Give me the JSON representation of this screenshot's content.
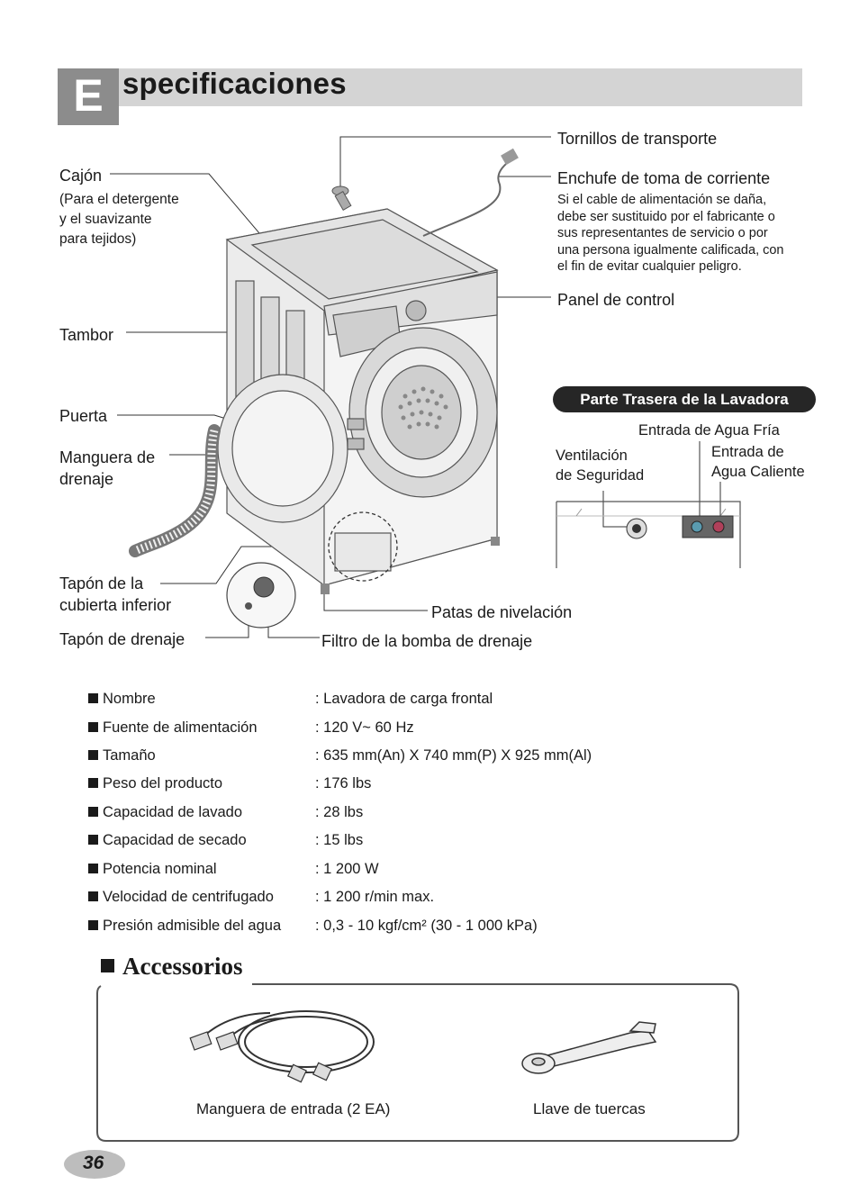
{
  "header": {
    "letter": "E",
    "title": "specificaciones"
  },
  "callouts": {
    "cajon": "Cajón",
    "cajon_note": [
      "(Para el detergente",
      "y el suavizante",
      "para tejidos)"
    ],
    "tambor": "Tambor",
    "puerta": "Puerta",
    "manguera": [
      "Manguera de",
      "drenaje"
    ],
    "tapon_cubierta": [
      "Tapón de la",
      "cubierta inferior"
    ],
    "tapon_drenaje": "Tapón de drenaje",
    "tornillos": "Tornillos de transporte",
    "enchufe": "Enchufe de toma de corriente",
    "enchufe_note": [
      "Si el cable de alimentación se daña,",
      "debe ser sustituido por el fabricante o",
      "sus representantes de servicio o por",
      "una persona igualmente calificada, con",
      "el fin de evitar cualquier peligro."
    ],
    "panel": "Panel de control",
    "patas": "Patas de nivelación",
    "filtro": "Filtro de la bomba de drenaje"
  },
  "rear": {
    "title": "Parte Trasera de la Lavadora",
    "cold": "Entrada de Agua Fría",
    "vent": [
      "Ventilación",
      "de Seguridad"
    ],
    "hot": [
      "Entrada de",
      "Agua Caliente"
    ]
  },
  "specs": [
    {
      "label": "Nombre",
      "value": ": Lavadora de carga frontal"
    },
    {
      "label": "Fuente de alimentación",
      "value": ": 120  V~  60 Hz"
    },
    {
      "label": "Tamaño",
      "value": ": 635 mm(An) X 740 mm(P) X 925 mm(Al)"
    },
    {
      "label": "Peso del producto",
      "value": ": 176 lbs"
    },
    {
      "label": "Capacidad de lavado",
      "value": ": 28 lbs"
    },
    {
      "label": "Capacidad de secado",
      "value": ": 15 lbs"
    },
    {
      "label": "Potencia nominal",
      "value": ": 1 200 W"
    },
    {
      "label": "Velocidad de centrifugado",
      "value": ": 1 200 r/min max."
    },
    {
      "label": "Presión admisible del agua",
      "value": ": 0,3 - 10 kgf/cm² (30  - 1 000 kPa)"
    }
  ],
  "accessories": {
    "title": "Accessorios",
    "items": [
      "Manguera de entrada (2 EA)",
      "Llave de tuercas"
    ]
  },
  "page_number": "36",
  "colors": {
    "header_bar": "#d4d4d4",
    "header_letter_bg": "#8c8c8c",
    "pill_bg": "#262626"
  }
}
